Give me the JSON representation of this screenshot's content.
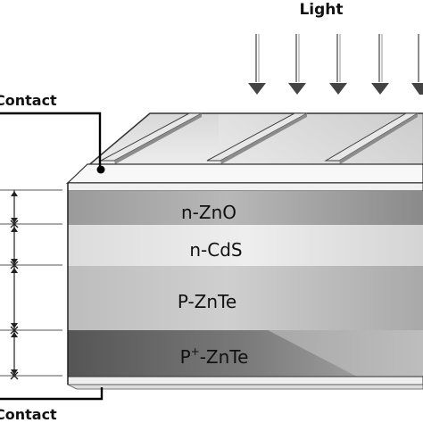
{
  "diagram": {
    "light_label": "Light",
    "top_contact_label": "Contact",
    "bottom_contact_label": "Contact",
    "layers": [
      {
        "key": "zno",
        "label": "n-ZnO"
      },
      {
        "key": "cds",
        "label": "n-CdS"
      },
      {
        "key": "znte",
        "label": "P-ZnTe"
      },
      {
        "key": "pplus",
        "label_prefix": "P",
        "label_sup": "+",
        "label_suffix": "-ZnTe"
      }
    ]
  }
}
